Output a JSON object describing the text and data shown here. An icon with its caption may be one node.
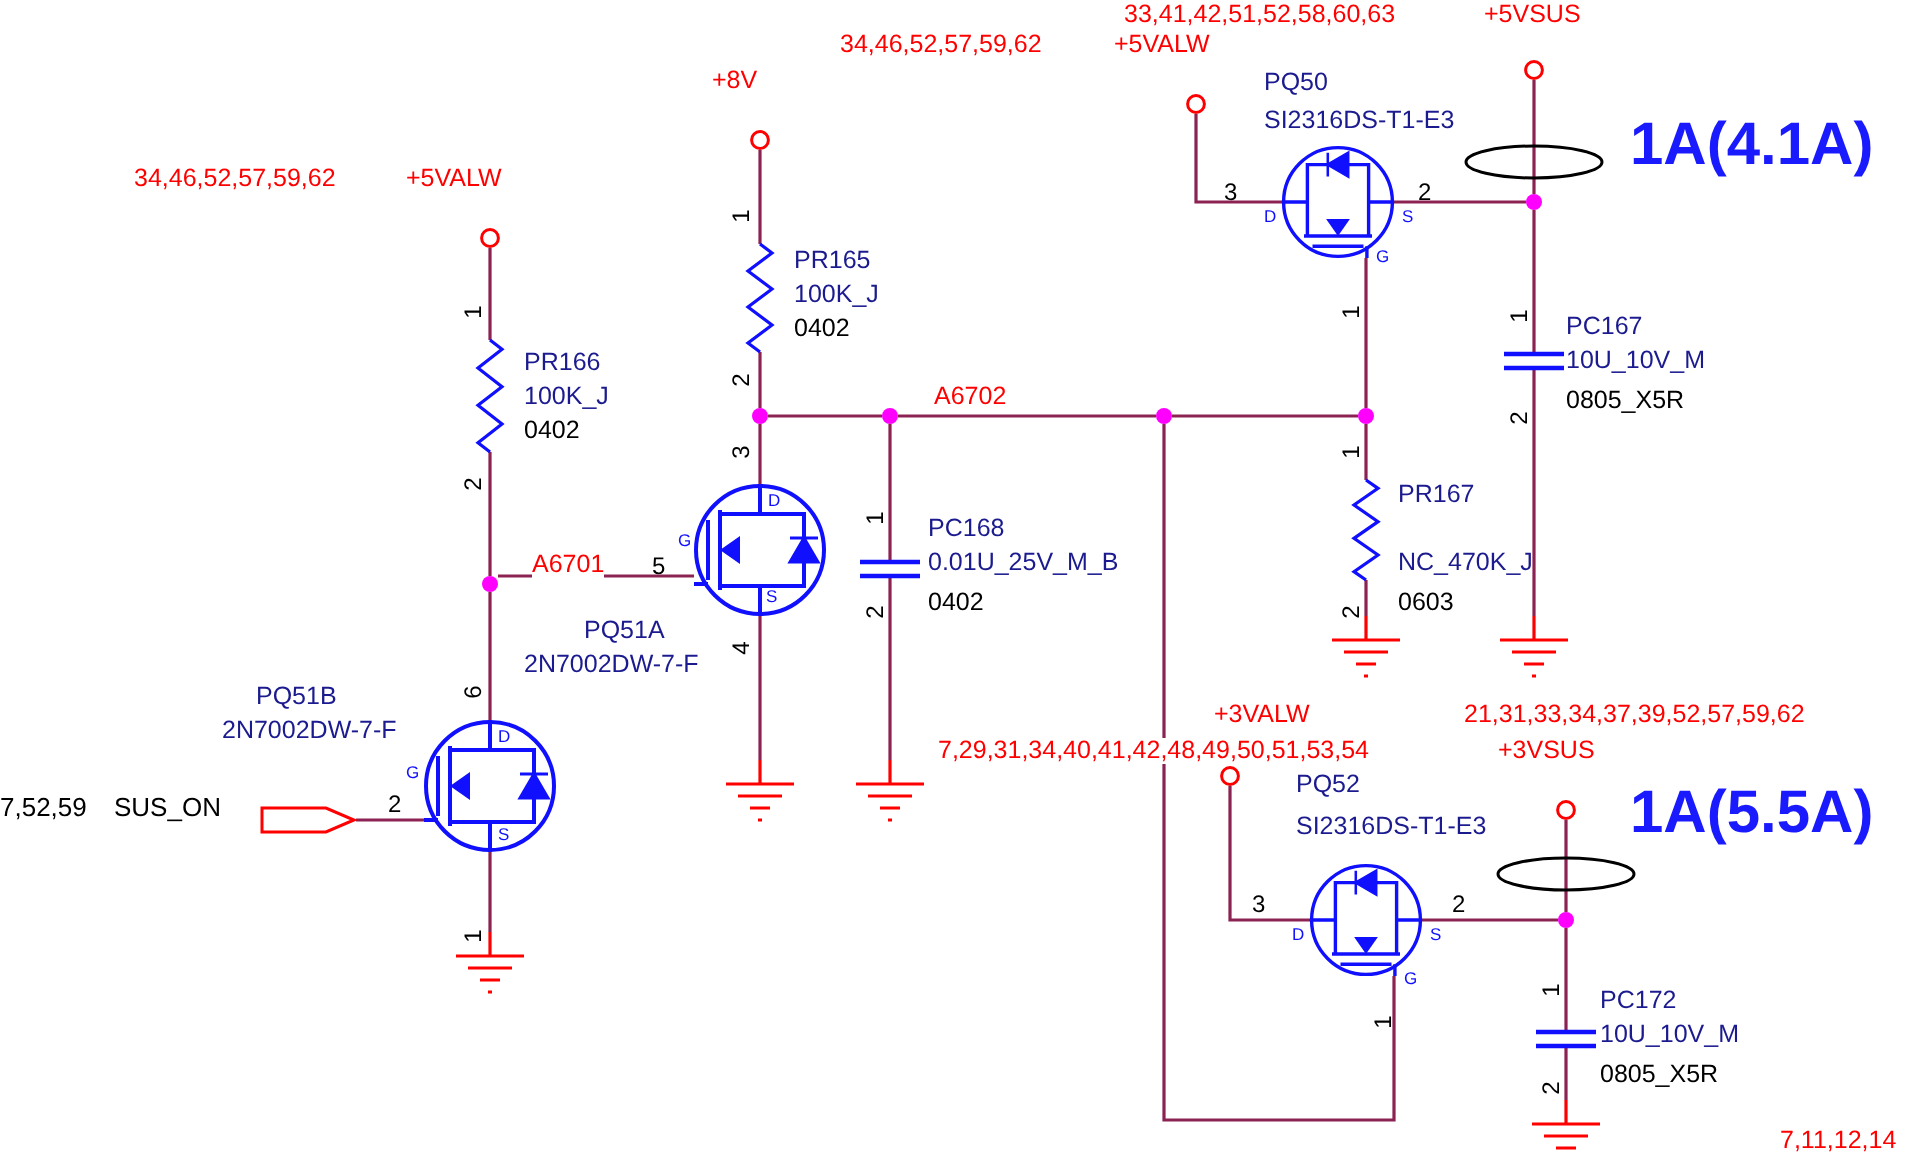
{
  "diagram": {
    "nodes": [
      {
        "text": [
          "+5VSUS"
        ]
      },
      {
        "text": [
          "+5VALW"
        ]
      },
      {
        "text": [
          "PQ50",
          "SI2316DS-T1-E3"
        ]
      },
      {
        "text": [
          "+8V"
        ]
      },
      {
        "text": [
          "+5VALW"
        ]
      },
      {
        "text": [
          "PR165",
          "100K_J",
          "0402"
        ]
      },
      {
        "text": [
          "PC167",
          "10U_10V_M",
          "0805_X5R"
        ]
      },
      {
        "text": [
          "PR166",
          "100K_J",
          "0402"
        ]
      },
      {
        "text": [
          "PR167",
          "NC_470K_J",
          "0603"
        ]
      },
      {
        "text": [
          "PC168",
          "0.01U_25V_M_B",
          "0402"
        ]
      },
      {
        "text": [
          "PQ51A",
          "2N7002DW-7-F"
        ]
      },
      {
        "text": [
          "PQ51B",
          "2N7002DW-7-F"
        ]
      },
      {
        "text": [
          "+3VALW"
        ]
      },
      {
        "text": [
          "+3VSUS"
        ]
      },
      {
        "text": [
          "PQ52",
          "SI2316DS-T1-E3"
        ]
      },
      {
        "text": [
          "SUS_ON"
        ]
      },
      {
        "text": [
          "PC172",
          "10U_10V_M",
          "0805_X5R"
        ]
      },
      {
        "text": [],
        "shape": "ground"
      },
      {
        "text": [],
        "shape": "ground"
      },
      {
        "text": [],
        "shape": "ground"
      },
      {
        "text": [],
        "shape": "ground"
      },
      {
        "text": [],
        "shape": "ground"
      },
      {
        "text": [],
        "shape": "ground"
      },
      {
        "text": [],
        "shape": "circle"
      },
      {
        "text": [],
        "shape": "circle"
      },
      {
        "text": [],
        "shape": "circle"
      },
      {
        "text": [],
        "shape": "circle"
      },
      {
        "text": [],
        "shape": "circle"
      },
      {
        "text": [],
        "shape": "circle"
      },
      {
        "text": [],
        "shape": "circle"
      }
    ],
    "edges": [
      {
        "from": 0,
        "to": 28,
        "arrow": "none"
      },
      {
        "from": 1,
        "to": 2,
        "arrow": "none"
      },
      {
        "from": 2,
        "to": 28,
        "arrow": "none"
      },
      {
        "from": 28,
        "to": 6,
        "arrow": "none"
      },
      {
        "from": 2,
        "to": 27,
        "arrow": "none"
      },
      {
        "from": 3,
        "to": 5,
        "arrow": "none"
      },
      {
        "from": 5,
        "to": 24,
        "arrow": "none"
      },
      {
        "from": 24,
        "to": 10,
        "arrow": "none"
      },
      {
        "from": 24,
        "to": 25,
        "arrow": "none"
      },
      {
        "from": 25,
        "to": 26,
        "arrow": "none",
        "label": "A6702"
      },
      {
        "from": 26,
        "to": 27,
        "arrow": "none"
      },
      {
        "from": 25,
        "to": 9,
        "arrow": "none"
      },
      {
        "from": 27,
        "to": 8,
        "arrow": "none"
      },
      {
        "from": 8,
        "to": 20,
        "arrow": "none"
      },
      {
        "from": 6,
        "to": 21,
        "arrow": "none"
      },
      {
        "from": 4,
        "to": 7,
        "arrow": "none"
      },
      {
        "from": 7,
        "to": 23,
        "arrow": "none"
      },
      {
        "from": 23,
        "to": 10,
        "arrow": "none",
        "label": "A6701"
      },
      {
        "from": 23,
        "to": 11,
        "arrow": "none"
      },
      {
        "from": 10,
        "to": 18,
        "arrow": "none"
      },
      {
        "from": 9,
        "to": 19,
        "arrow": "none"
      },
      {
        "from": 15,
        "to": 11,
        "arrow": "none"
      },
      {
        "from": 11,
        "to": 17,
        "arrow": "none"
      },
      {
        "from": 26,
        "to": 14,
        "arrow": "none"
      },
      {
        "from": 12,
        "to": 14,
        "arrow": "none"
      },
      {
        "from": 14,
        "to": 29,
        "arrow": "none"
      },
      {
        "from": 13,
        "to": 29,
        "arrow": "none"
      },
      {
        "from": 29,
        "to": 16,
        "arrow": "none"
      },
      {
        "from": 16,
        "to": 22,
        "arrow": "none"
      }
    ],
    "labels": [
      "33,41,42,51,52,58,60,63",
      "34,46,52,57,59,62",
      "34,46,52,57,59,62",
      "1A(4.1A)",
      "3",
      "2",
      "1",
      "D",
      "S",
      "G",
      "1",
      "1",
      "1",
      "2",
      "2",
      "3",
      "1",
      "2",
      "D",
      "1",
      "G",
      "5",
      "S",
      "2",
      "2",
      "4",
      "6",
      "21,31,33,34,37,39,52,57,59,62",
      "D",
      "7,29,31,34,40,41,42,48,49,50,51,53,54",
      "G",
      "7,52,59",
      "2",
      "S",
      "1A(5.5A)",
      "3",
      "2",
      "1",
      "D",
      "S",
      "G",
      "1",
      "1",
      "2",
      "7,11,12,14"
    ]
  }
}
